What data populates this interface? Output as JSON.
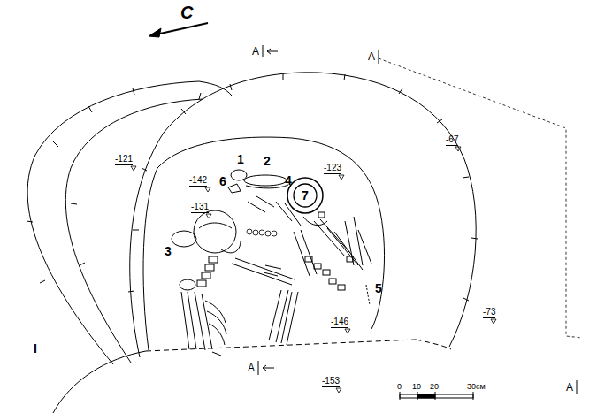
{
  "diagram": {
    "nodes": [
      {
        "text": [
          "7"
        ]
      }
    ],
    "labels": [
      "С",
      "A",
      "A",
      "A",
      "A",
      "1",
      "2",
      "6",
      "4",
      "3",
      "5",
      "I",
      "-121",
      "-142",
      "-131",
      "-123",
      "-67",
      "-73",
      "-146",
      "-153",
      "0",
      "10",
      "20",
      "30см"
    ]
  }
}
